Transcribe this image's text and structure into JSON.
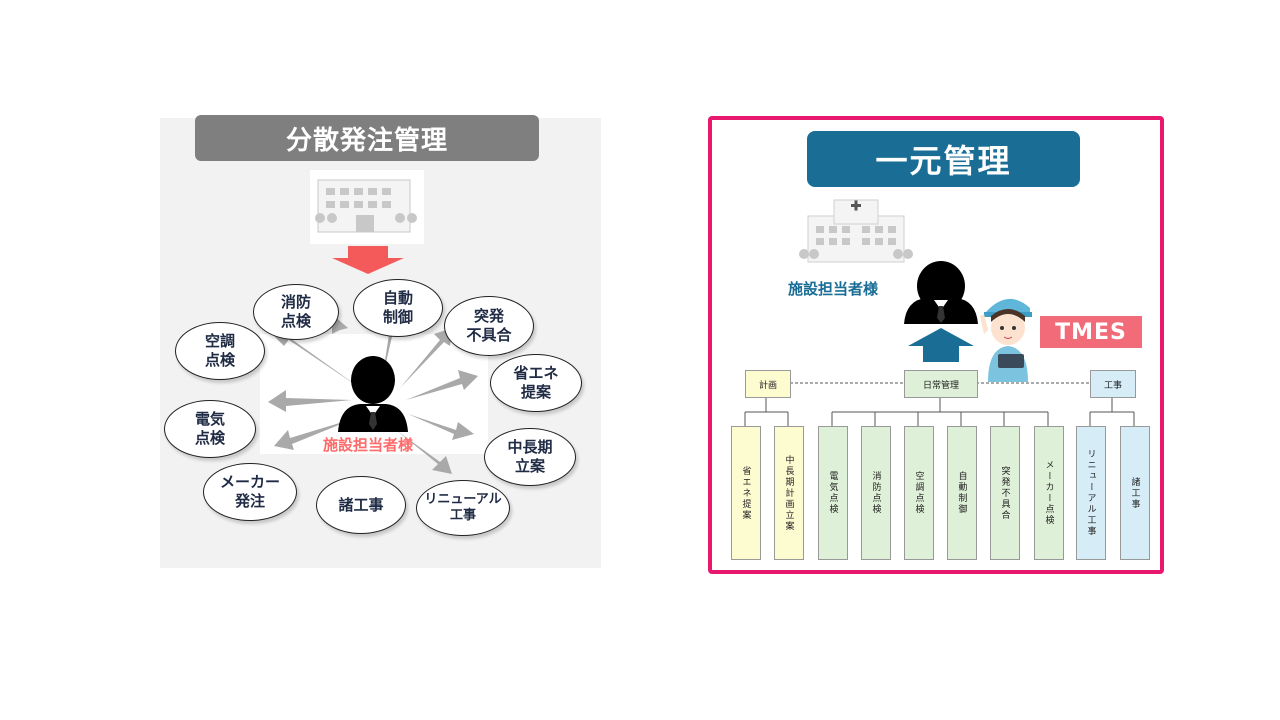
{
  "left": {
    "title": "分散発注管理",
    "manager_label": "施設担当者様",
    "bubbles": [
      "消防\n点検",
      "自動\n制御",
      "突発\n不具合",
      "空調\n点検",
      "省エネ\n提案",
      "電気\n点検",
      "中長期\n立案",
      "メーカー\n発注",
      "諸工事",
      "リニューアル\n工事"
    ]
  },
  "right": {
    "title": "一元管理",
    "manager_label": "施設担当者様",
    "company_badge": "TMES",
    "headers": {
      "plan": "計画",
      "daily": "日常管理",
      "works": "工事"
    },
    "columns": [
      "省エネ提案",
      "中長期計画立案",
      "電気点検",
      "消防点検",
      "空調点検",
      "自動制御",
      "突発不具合",
      "メーカー点検",
      "リニューアル工事",
      "諸工事"
    ]
  },
  "colors": {
    "left_title_bg": "#7f7f7f",
    "right_title_bg": "#1a6e96",
    "frame_accent": "#e8186e",
    "badge_bg": "#f26b78",
    "plan_fill": "#fdfbd0",
    "daily_fill": "#dff0d8",
    "works_fill": "#d6ecf7"
  }
}
